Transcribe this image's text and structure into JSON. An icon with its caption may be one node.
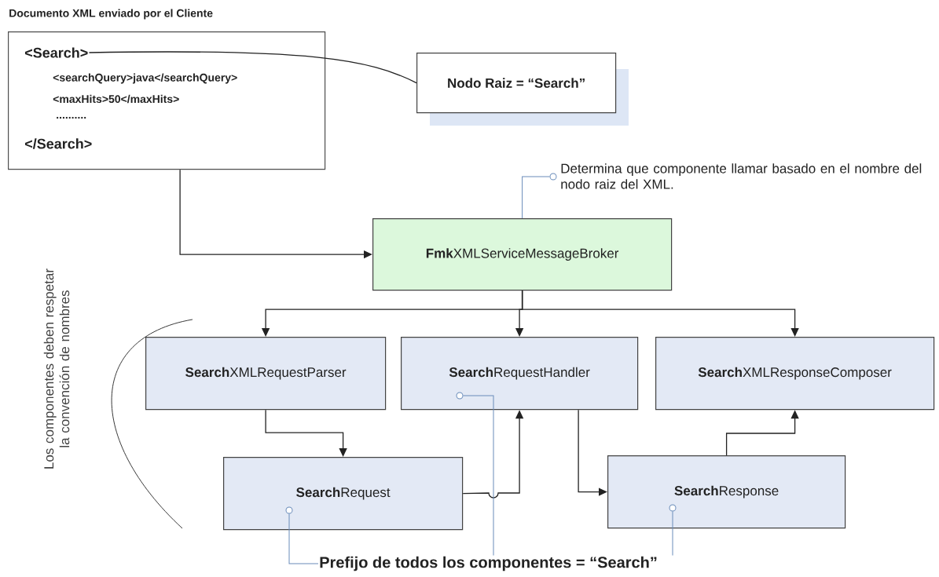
{
  "diagram": {
    "nodes": [
      {
        "text": [
          "Documento XML enviado por el Cliente",
          "<searchQuery>java</searchQuery>",
          "<maxHits>50</maxHits>",
          "..........",
          "</Search>"
        ]
      },
      {
        "text": [
          "<Search>"
        ],
        "in": 0
      },
      {
        "text": [
          "Nodo Raiz = “Search”"
        ]
      },
      {
        "text": [
          "**Fmk**XMLServiceMessageBroker"
        ]
      },
      {
        "text": [
          "**Search**XMLRequestParser"
        ]
      },
      {
        "text": [
          "**Search**RequestHandler"
        ]
      },
      {
        "text": [
          "**Search**XMLResponseComposer"
        ]
      },
      {
        "text": [
          "**Search**Request"
        ]
      },
      {
        "text": [
          "**Search**Response"
        ]
      },
      {
        "text": [],
        "shape": "circle",
        "beside": [
          "Determina que componente llamar basado en el nombre del nodo raiz del XML."
        ]
      },
      {
        "text": [
          "Prefijo de todos los componentes = “Search”"
        ]
      },
      {
        "text": [],
        "shape": "circle",
        "in": 5
      },
      {
        "text": [],
        "shape": "circle",
        "in": 7
      },
      {
        "text": [],
        "shape": "circle",
        "in": 8
      }
    ],
    "edges": [
      {
        "from": 1,
        "to": 2,
        "arrow": "none"
      },
      {
        "from": 0,
        "to": 3,
        "arrow": "to"
      },
      {
        "from": 3,
        "to": 4,
        "arrow": "to"
      },
      {
        "from": 3,
        "to": 5,
        "arrow": "to"
      },
      {
        "from": 3,
        "to": 6,
        "arrow": "to"
      },
      {
        "from": 4,
        "to": 7,
        "arrow": "to"
      },
      {
        "from": 7,
        "to": 5,
        "arrow": "to"
      },
      {
        "from": 5,
        "to": 8,
        "arrow": "to"
      },
      {
        "from": 8,
        "to": 6,
        "arrow": "to"
      },
      {
        "from": 3,
        "to": 9,
        "arrow": "none",
        "color": "#6a8cba"
      },
      {
        "from": 10,
        "to": 12,
        "arrow": "none",
        "color": "#6a8cba"
      },
      {
        "from": 10,
        "to": 11,
        "arrow": "none",
        "color": "#6a8cba"
      },
      {
        "from": 10,
        "to": 13,
        "arrow": "none",
        "color": "#6a8cba"
      }
    ],
    "labels": [
      "Los componentes deben respetar la convención de nombres"
    ]
  }
}
